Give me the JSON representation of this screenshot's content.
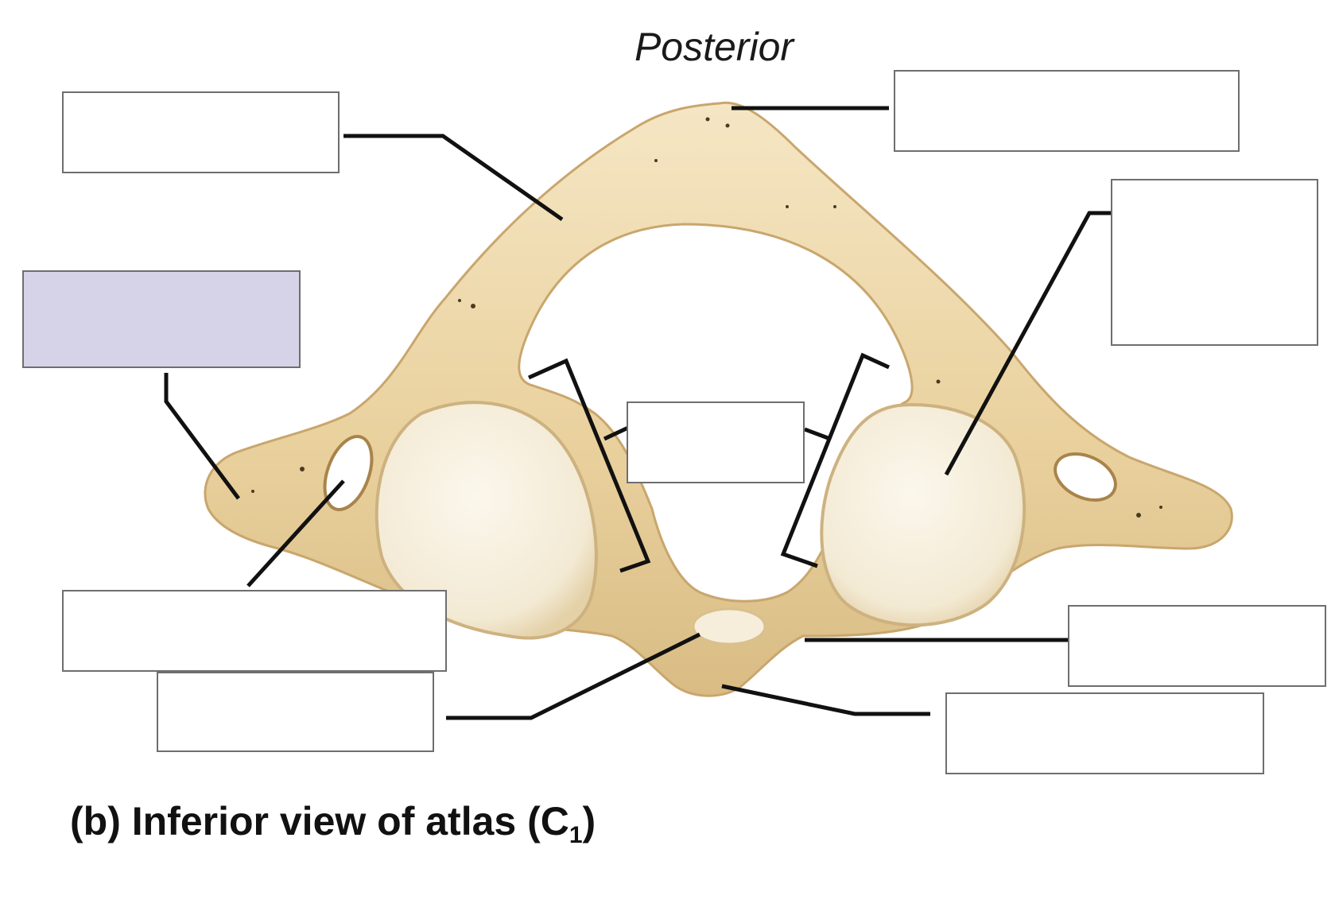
{
  "orientation_label": "Posterior",
  "caption": {
    "prefix": "(b) Inferior view of atlas (C",
    "subscript": "1",
    "suffix": ")"
  },
  "colors": {
    "bone_light": "#f3e3bd",
    "bone_mid": "#e0c690",
    "bone_dark": "#b8965c",
    "facet": "#f7f1e1",
    "leader_line": "#111111",
    "box_border": "#6e6e6e",
    "highlight_box": "#d6d3e8"
  },
  "label_boxes": [
    {
      "id": "box-top-left",
      "text": "",
      "highlighted": false
    },
    {
      "id": "box-top-right",
      "text": "",
      "highlighted": false
    },
    {
      "id": "box-right-upper",
      "text": "",
      "highlighted": false
    },
    {
      "id": "box-left-mid",
      "text": "",
      "highlighted": true
    },
    {
      "id": "box-center",
      "text": "",
      "highlighted": false
    },
    {
      "id": "box-bottom-left-1",
      "text": "",
      "highlighted": false
    },
    {
      "id": "box-bottom-left-2",
      "text": "",
      "highlighted": false
    },
    {
      "id": "box-bottom-right-1",
      "text": "",
      "highlighted": false
    },
    {
      "id": "box-bottom-right-2",
      "text": "",
      "highlighted": false
    }
  ]
}
